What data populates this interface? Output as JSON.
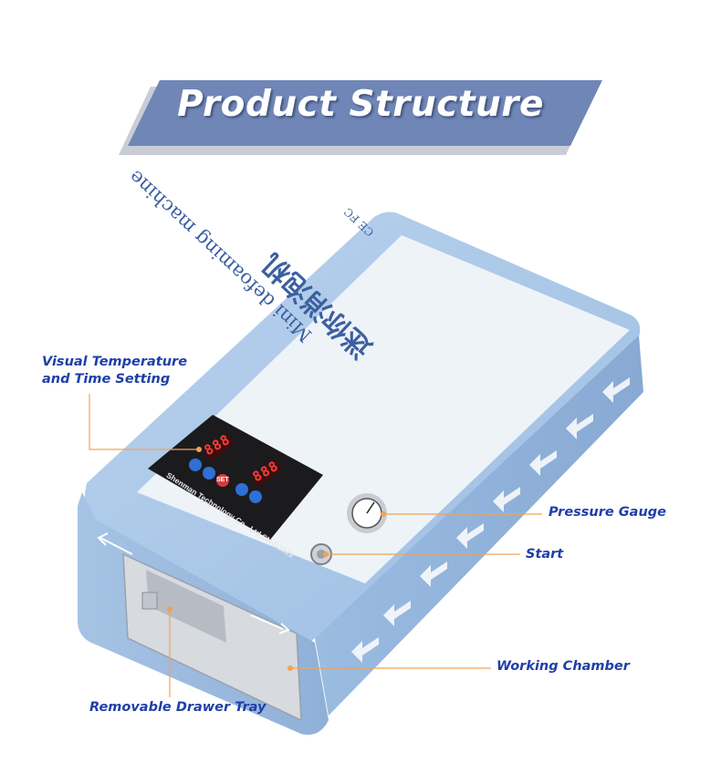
{
  "header": {
    "title": "Product Structure"
  },
  "device": {
    "name_en": "Mini defoaming machine",
    "name_cn": "迷你消泡机",
    "certification": "CE FC",
    "panel_text": "Shenman Technology Co., Ltd.SN-G1023",
    "temp_display": "888",
    "time_display": "888",
    "set_label": "SET"
  },
  "callouts": {
    "visual_setting": [
      "Visual Temperature",
      "and Time Setting"
    ],
    "pressure_gauge": "Pressure Gauge",
    "start": "Start",
    "working_chamber": "Working Chamber",
    "drawer_tray": "Removable Drawer Tray"
  },
  "colors": {
    "banner": "#6f86b6",
    "banner_shadow": "#c7ccd6",
    "device_blue": "#a9c6e6",
    "callout_text": "#1f3fa8",
    "leader_line": "#f0a257"
  }
}
